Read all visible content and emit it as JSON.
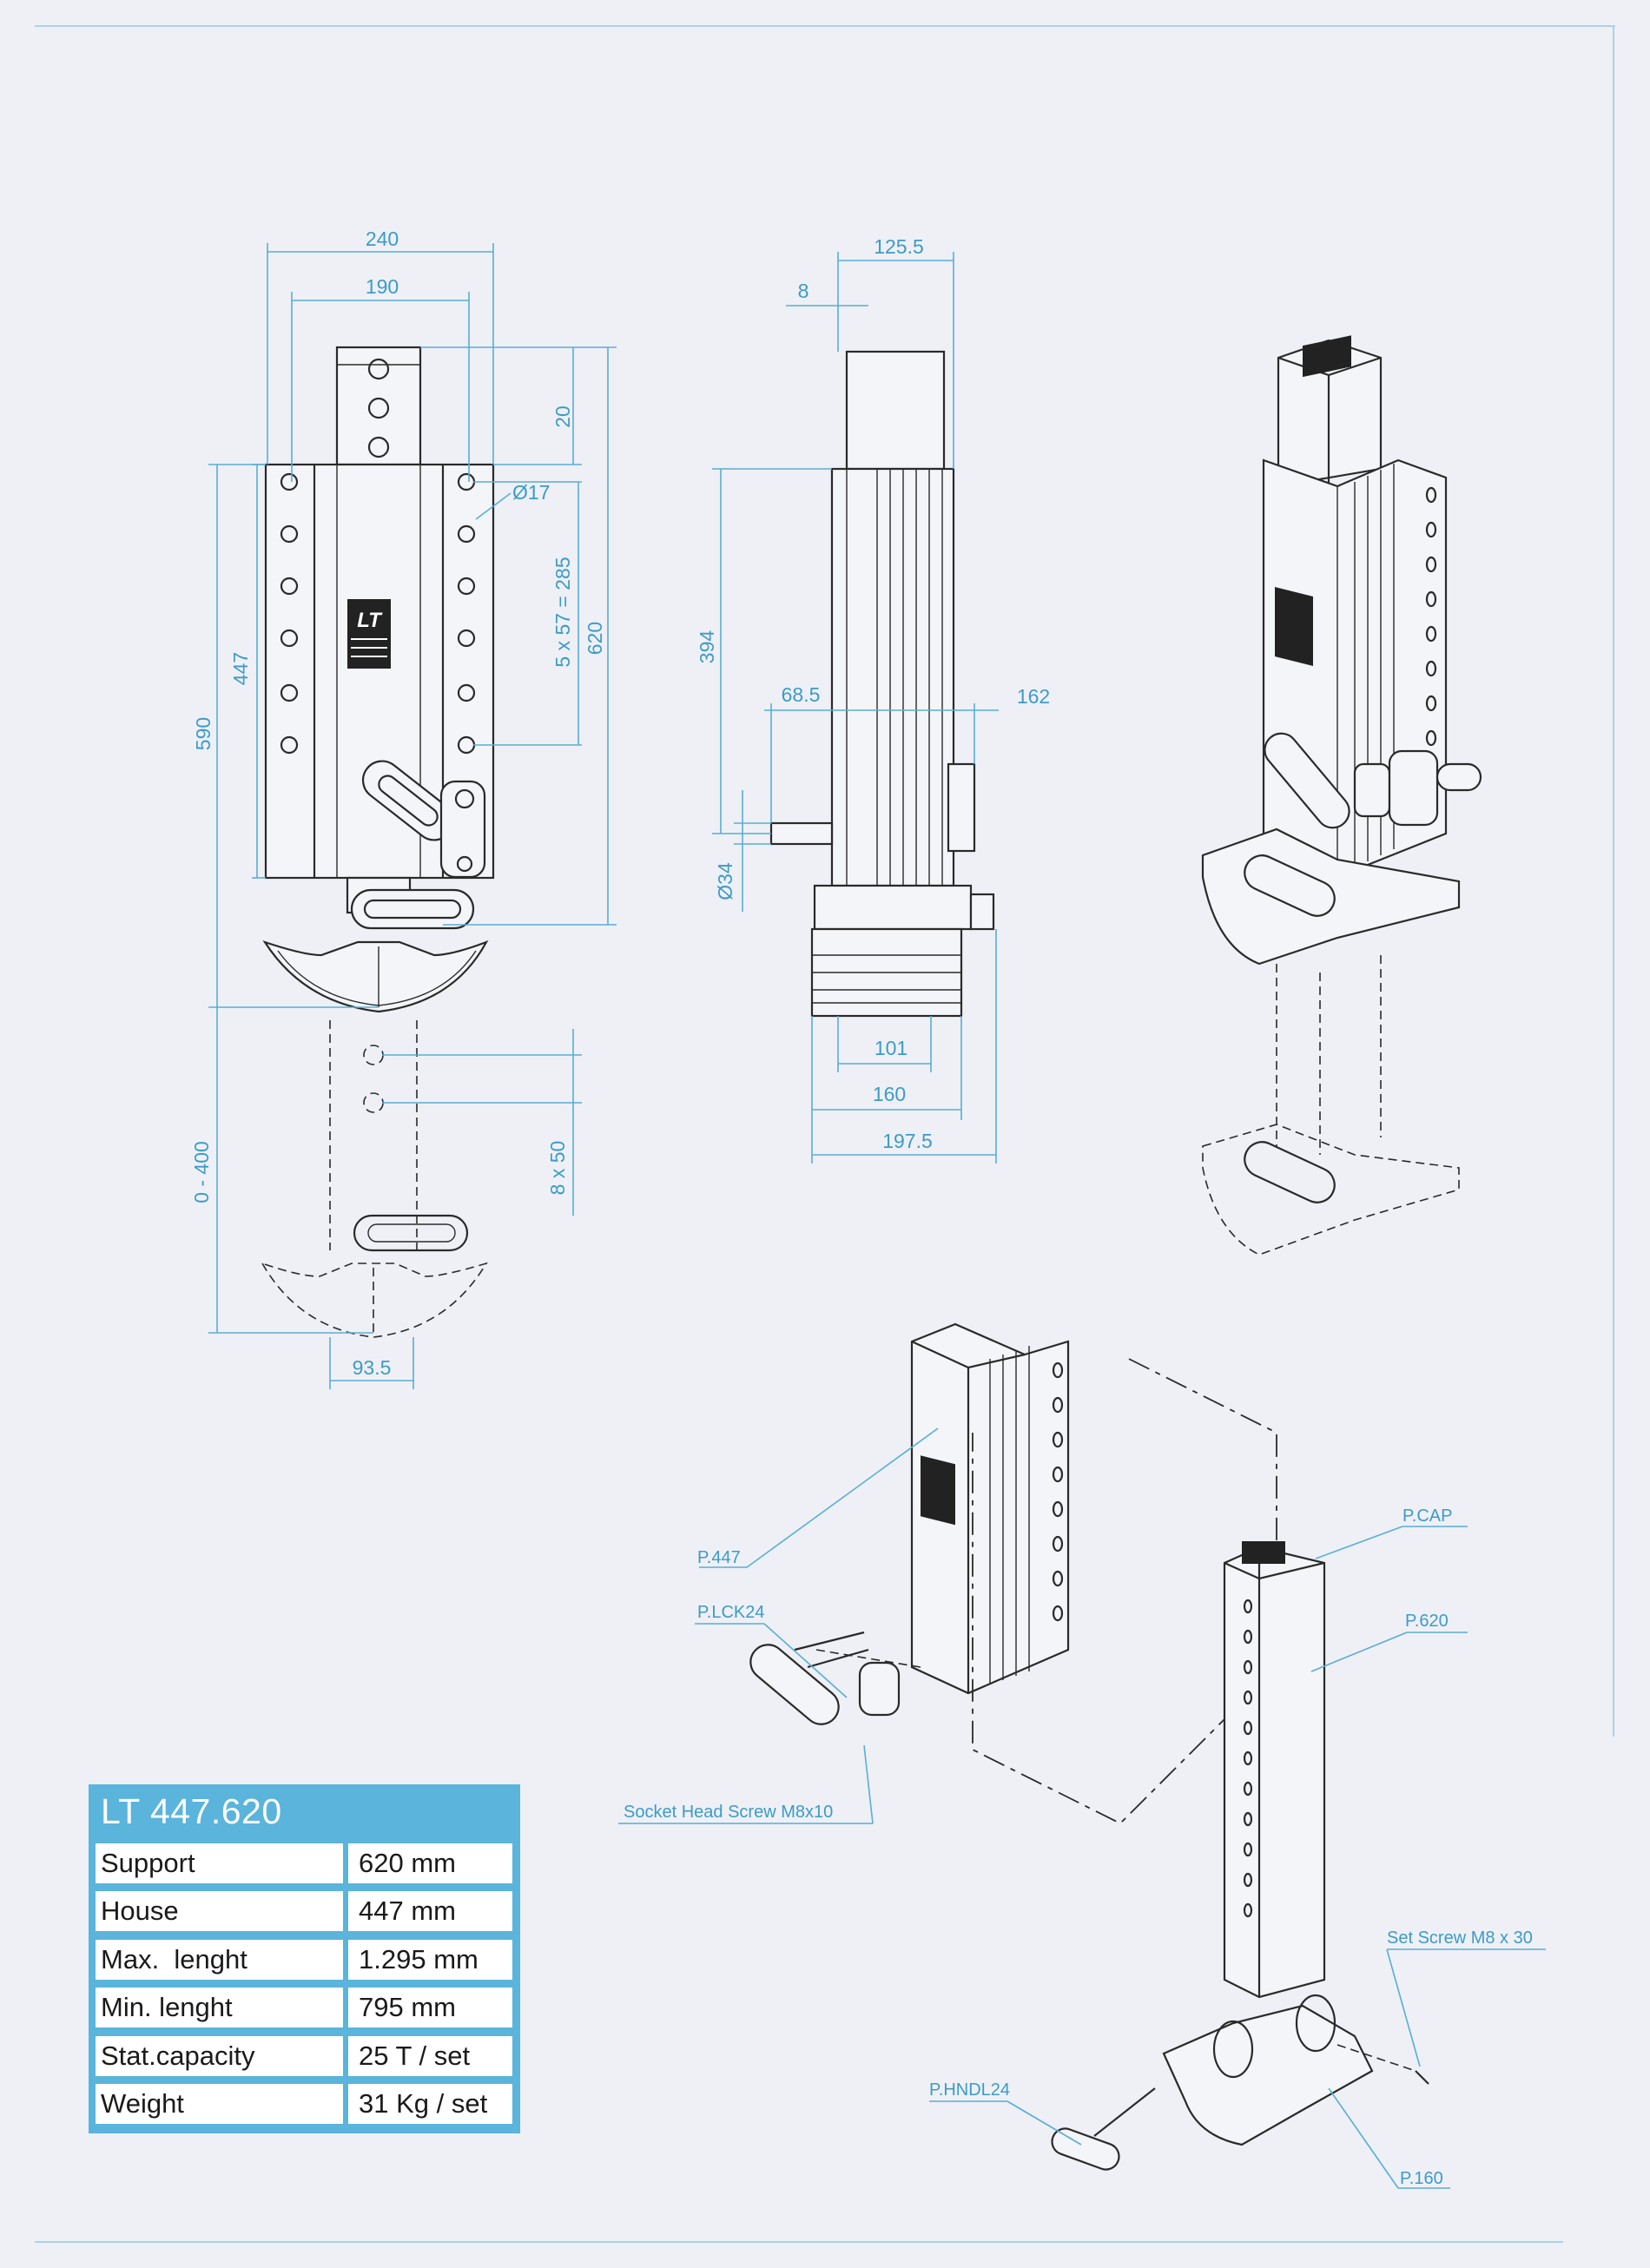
{
  "dimensions": {
    "front": [
      "240",
      "190",
      "20",
      "Ø17",
      "5 x 57 = 285",
      "620",
      "447",
      "590",
      "0 - 400",
      "8 x 50",
      "93.5"
    ],
    "side": [
      "125.5",
      "8",
      "394",
      "68.5",
      "162",
      "Ø34",
      "101",
      "160",
      "197.5"
    ]
  },
  "part_labels": {
    "p447": "P.447",
    "plck24": "P.LCK24",
    "socket_screw": "Socket Head Screw M8x10",
    "pcap": "P.CAP",
    "p620": "P.620",
    "set_screw": "Set Screw M8 x 30",
    "phndl24": "P.HNDL24",
    "p160": "P.160"
  },
  "logo_text": "LT",
  "spec_table": {
    "title": "LT 447.620",
    "rows": [
      {
        "label": "Support",
        "value": "620 mm"
      },
      {
        "label": "House",
        "value": "447 mm"
      },
      {
        "label": "Max.  lenght",
        "value": "1.295 mm"
      },
      {
        "label": "Min. lenght",
        "value": "795 mm"
      },
      {
        "label": "Stat.capacity",
        "value": "25 T / set"
      },
      {
        "label": "Weight",
        "value": "31 Kg / set"
      }
    ]
  },
  "colors": {
    "accent": "#5ab4db",
    "dimension": "#3d9bc6",
    "background": "#eef0f6"
  }
}
